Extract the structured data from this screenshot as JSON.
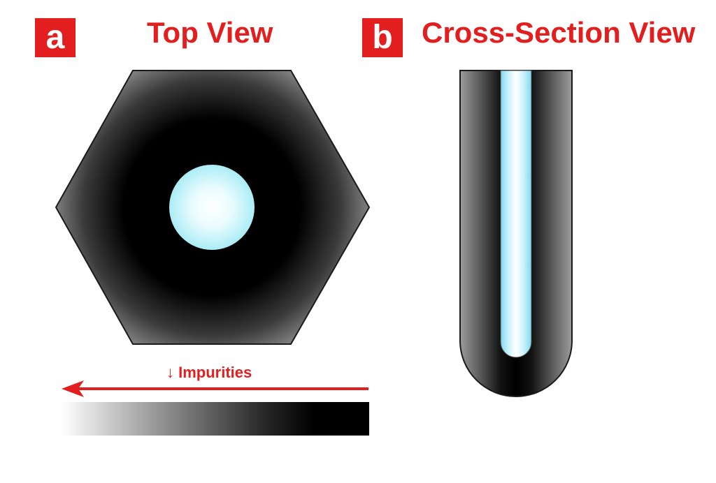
{
  "panel_a": {
    "badge": "a",
    "title": "Top View"
  },
  "panel_b": {
    "badge": "b",
    "title": "Cross-Section View"
  },
  "legend": {
    "arrow_icon": "down-arrow-icon",
    "label": "Impurities"
  },
  "colors": {
    "accent": "#e31e1e",
    "core": "#c8f4fa",
    "dark": "#000000",
    "light": "#ffffff"
  }
}
